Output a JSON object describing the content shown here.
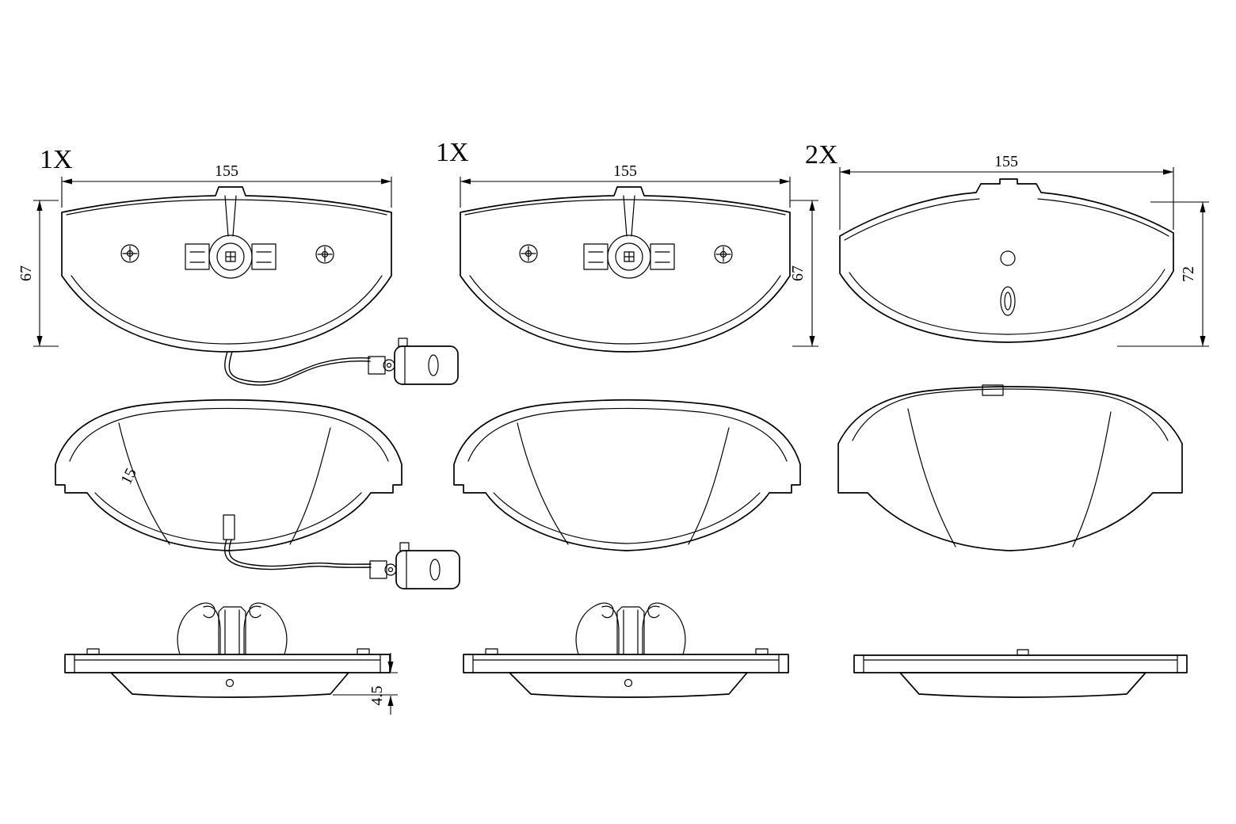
{
  "drawing": {
    "background_color": "#ffffff",
    "line_color": "#000000"
  },
  "diagram": {
    "pads": [
      {
        "id": "inner-pad-with-wear-sensor",
        "quantity": "1X",
        "width": "155",
        "height": "67",
        "friction_thickness": "15",
        "backplate_thickness": "4.5"
      },
      {
        "id": "inner-pad",
        "quantity": "1X",
        "width": "155",
        "height": "67"
      },
      {
        "id": "outer-pad",
        "quantity": "2X",
        "width": "155",
        "height": "72"
      }
    ]
  }
}
